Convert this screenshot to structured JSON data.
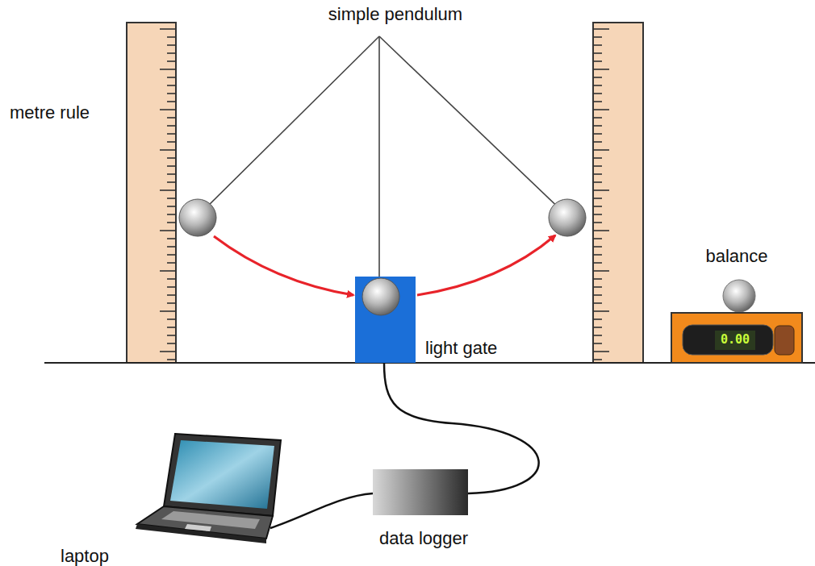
{
  "diagram": {
    "labels": [
      "simple pendulum",
      "metre rule",
      "light gate",
      "balance",
      "0.00",
      "data logger",
      "laptop"
    ]
  }
}
